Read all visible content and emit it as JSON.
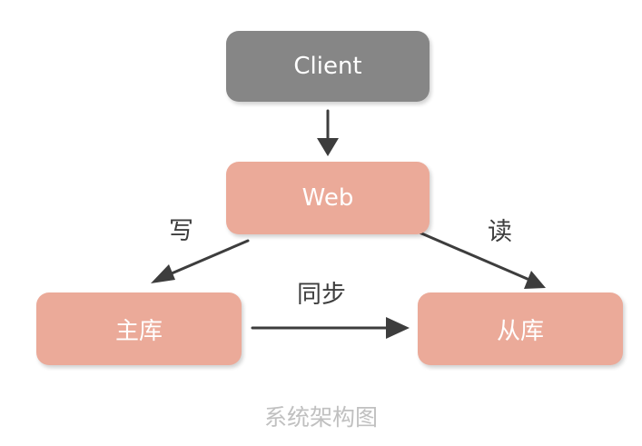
{
  "nodes": {
    "client": "Client",
    "web": "Web",
    "master": "主库",
    "slave": "从库"
  },
  "edges": {
    "write": "写",
    "read": "读",
    "sync": "同步"
  },
  "caption": "系统架构图",
  "colors": {
    "client_fill": "#868686",
    "db_fill": "#ebaa99",
    "arrow": "#3d3d3d",
    "caption": "#c0c0c0"
  }
}
